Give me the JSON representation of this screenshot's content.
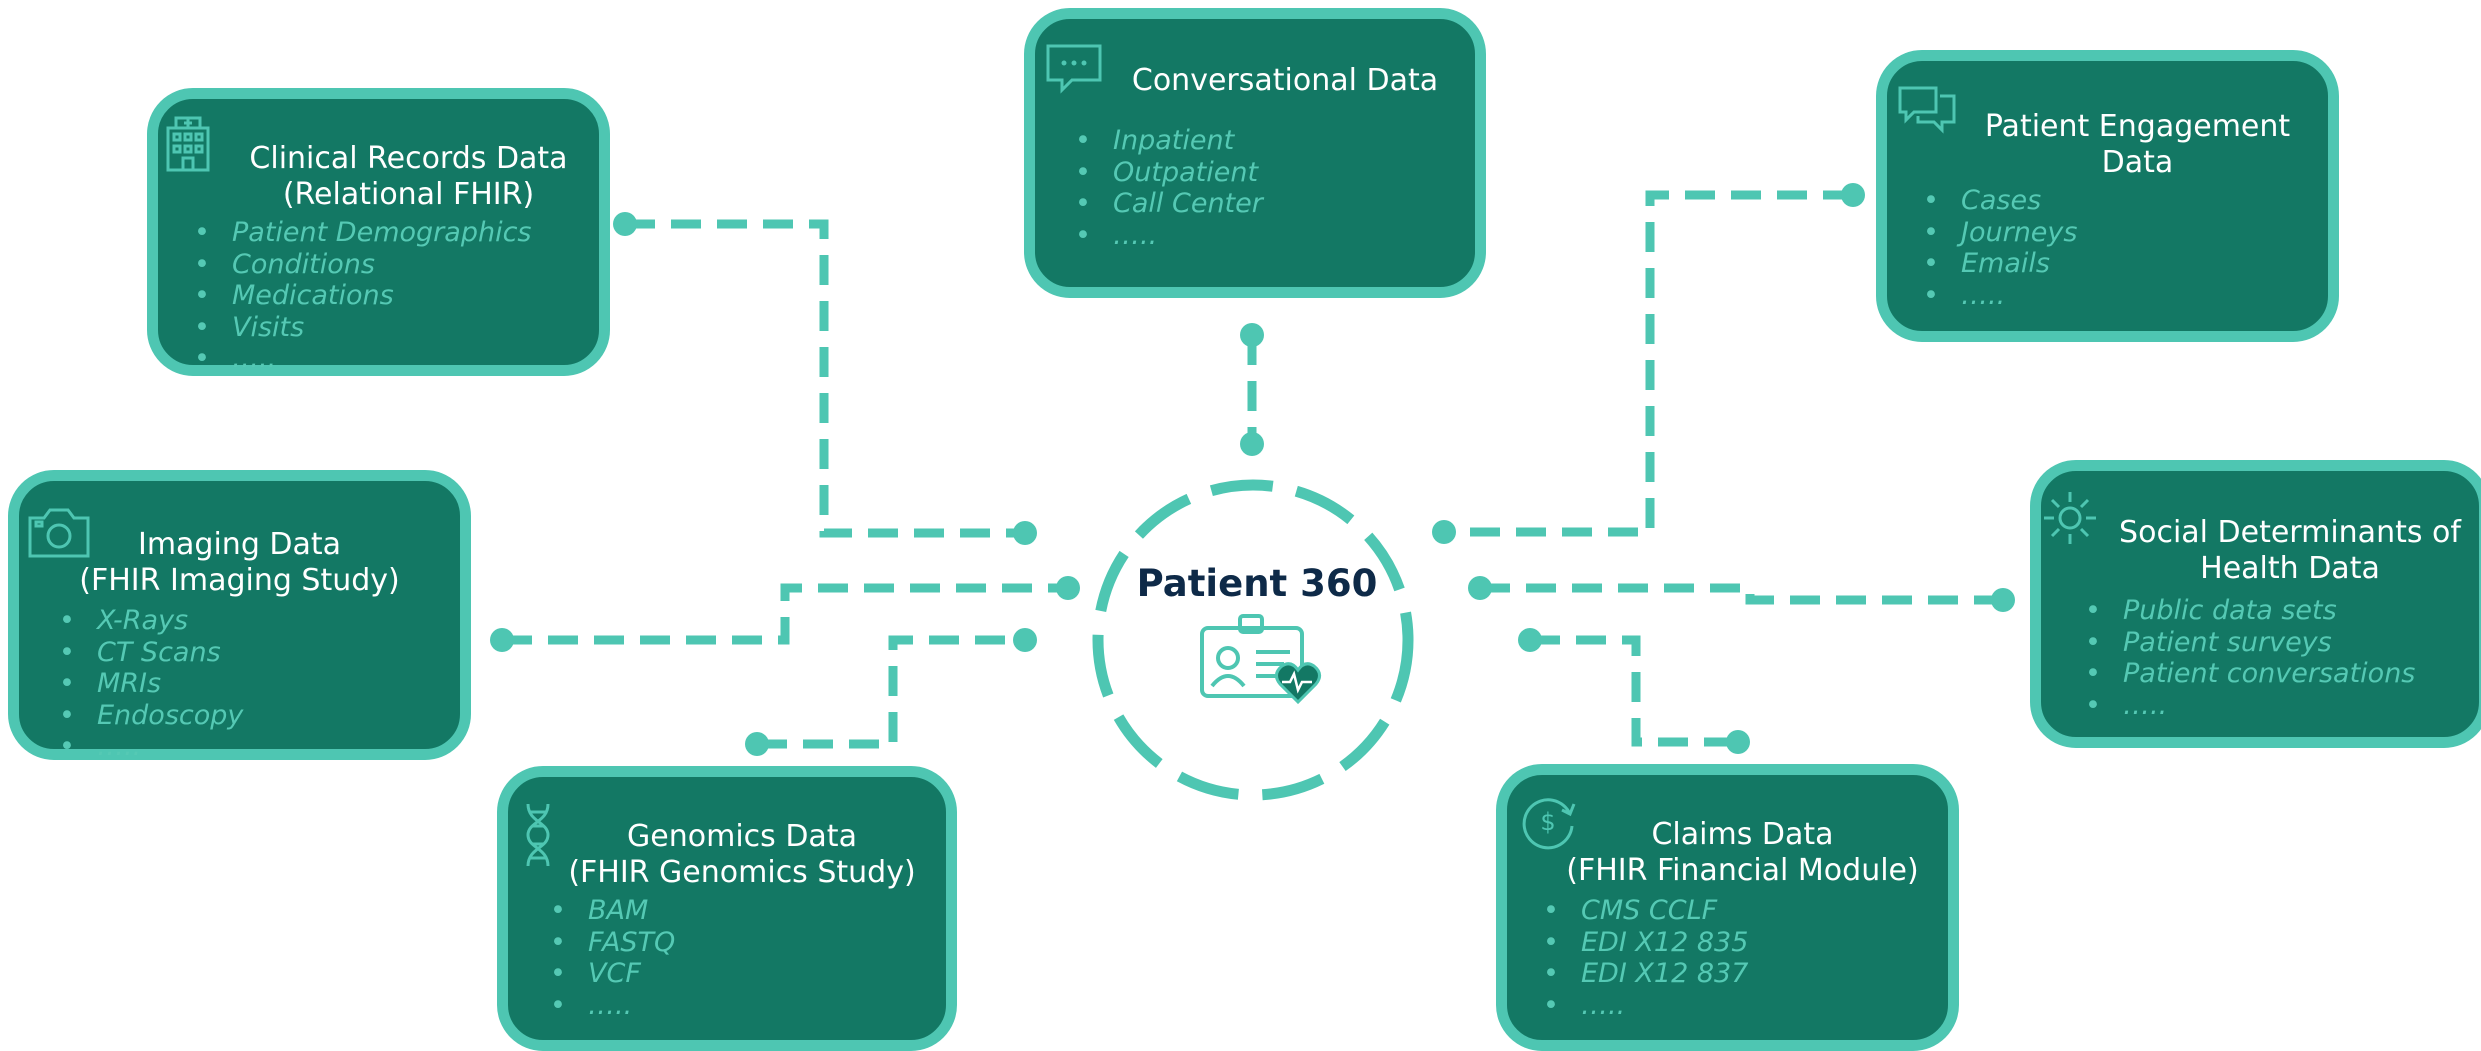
{
  "center": {
    "title": "Patient 360"
  },
  "boxes": {
    "clinical": {
      "title": "Clinical Records Data\n(Relational FHIR)",
      "items": [
        "Patient Demographics",
        "Conditions",
        "Medications",
        "Visits",
        "….."
      ]
    },
    "conversational": {
      "title": "Conversational Data",
      "items": [
        "Inpatient",
        "Outpatient",
        "Call Center",
        "….."
      ]
    },
    "engagement": {
      "title": "Patient Engagement\nData",
      "items": [
        "Cases",
        "Journeys",
        "Emails",
        "….."
      ]
    },
    "imaging": {
      "title": "Imaging Data\n(FHIR Imaging Study)",
      "items": [
        "X-Rays",
        "CT Scans",
        "MRIs",
        "Endoscopy",
        "….."
      ]
    },
    "social": {
      "title": "Social Determinants of\nHealth Data",
      "items": [
        "Public data sets",
        "Patient surveys",
        "Patient conversations",
        "….."
      ]
    },
    "genomics": {
      "title": "Genomics Data\n(FHIR Genomics Study)",
      "items": [
        "BAM",
        "FASTQ",
        "VCF",
        "….."
      ]
    },
    "claims": {
      "title": "Claims Data\n(FHIR Financial Module)",
      "items": [
        "CMS CCLF",
        "EDI X12 835",
        "EDI X12 837",
        "….."
      ]
    }
  },
  "colors": {
    "box_fill": "#137864",
    "box_border": "#4ec6b2",
    "connector": "#4ec6b2",
    "item_text": "#55c9b4",
    "center_text": "#0e2a48"
  },
  "icons": {
    "clinical": "hospital-building-icon",
    "conversational": "chat-bubble-icon",
    "engagement": "chat-bubbles-icon",
    "imaging": "camera-icon",
    "social": "sun-icon",
    "genomics": "dna-icon",
    "claims": "dollar-refresh-icon",
    "center": "id-card-heart-icon"
  }
}
